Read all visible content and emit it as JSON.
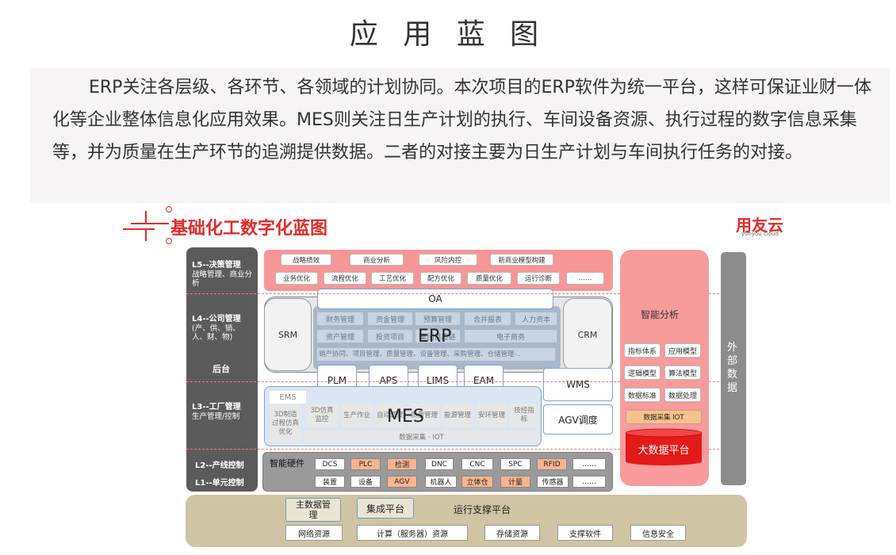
{
  "page": {
    "title": "应 用 蓝 图",
    "intro": "ERP关注各层级、各环节、各领域的计划协同。本次项目的ERP软件为统一平台，这样可保证业财一体化等企业整体信息化应用效果。MES则关注日生产计划的执行、车间设备资源、执行过程的数字信息采集等，并为质量在生产环节的追溯提供数据。二者的对接主要为日生产计划与车间执行任务的对接。"
  },
  "diagram": {
    "title": "基础化工数字化蓝图",
    "brand": "用友云",
    "brand_sub": "yonyou cloud",
    "layers": {
      "l5_title": "L5--决策管理",
      "l5_desc": "战略管理、商业分析",
      "l4_title": "L4--公司管理",
      "l4_desc": "(产、供、销、人、财、物)",
      "backend": "后台",
      "l3_title": "L3--工厂管理",
      "l3_desc": "生产管理/控制",
      "l2": "L2--产线控制",
      "l1": "L1--单元控制"
    },
    "l5_row1": [
      "战略绩效",
      "商业分析",
      "风险内控",
      "新商业模型构建"
    ],
    "l5_row2": [
      "业务优化",
      "流程优化",
      "工艺优化",
      "配方优化",
      "质量优化",
      "运行诊断",
      "……"
    ],
    "oa": "OA",
    "srm": "SRM",
    "crm": "CRM",
    "erp": "ERP",
    "erp_row1": [
      "财务管理",
      "资金管理",
      "预算管理",
      "合并报表",
      "人力资本"
    ],
    "erp_row2": [
      "资产管理",
      "投资项目",
      "集团供应链",
      "电子商务"
    ],
    "erp_row3": "销产协同、项目管理、质量管理、设备管理、采购管理、仓储管理-..",
    "l4_apps": [
      "PLM",
      "APS",
      "LIMS",
      "EAM"
    ],
    "wms": "WMS",
    "agv": "AGV调度",
    "ems": "EMS",
    "ems_desc": "3D制造过程仿真优化",
    "mes": "MES",
    "mes_modules": [
      "3D仿真监控",
      "生产作业",
      "自动调度",
      "质量管理",
      "能源管理",
      "安环管理",
      "技经指标"
    ],
    "mes_iot": "数据采集 · IOT",
    "smart_analysis": {
      "title": "智能分析",
      "items": [
        "指标体系",
        "应用模型",
        "逻辑模型",
        "算法模型",
        "数据标准",
        "数据处理"
      ],
      "iot": "数据采集 IOT",
      "bigdata": "大数据平台"
    },
    "external_data": "外部数据",
    "hardware": {
      "label": "智能硬件",
      "row1": [
        "DCS",
        "PLC",
        "检测",
        "DNC",
        "CNC",
        "SPC",
        "RFID",
        "……"
      ],
      "row1_highlight": [
        false,
        true,
        true,
        false,
        false,
        false,
        true,
        false
      ],
      "row2": [
        "装置",
        "设备",
        "AGV",
        "机器人",
        "立体仓",
        "计量",
        "传感器",
        "……"
      ],
      "row2_highlight": [
        false,
        false,
        true,
        false,
        true,
        true,
        false,
        false
      ]
    },
    "base": {
      "master_data": "主数据管理",
      "integration": "集成平台",
      "platform": "运行支撑平台",
      "resources": [
        "网络资源",
        "计算（服务器）资源",
        "存储资源",
        "支撑软件",
        "信息安全"
      ]
    },
    "colors": {
      "accent_red": "#e22b2b",
      "pink": "#f79696",
      "dark_layer": "#5b5b5b",
      "base": "#cfc4a3"
    }
  }
}
